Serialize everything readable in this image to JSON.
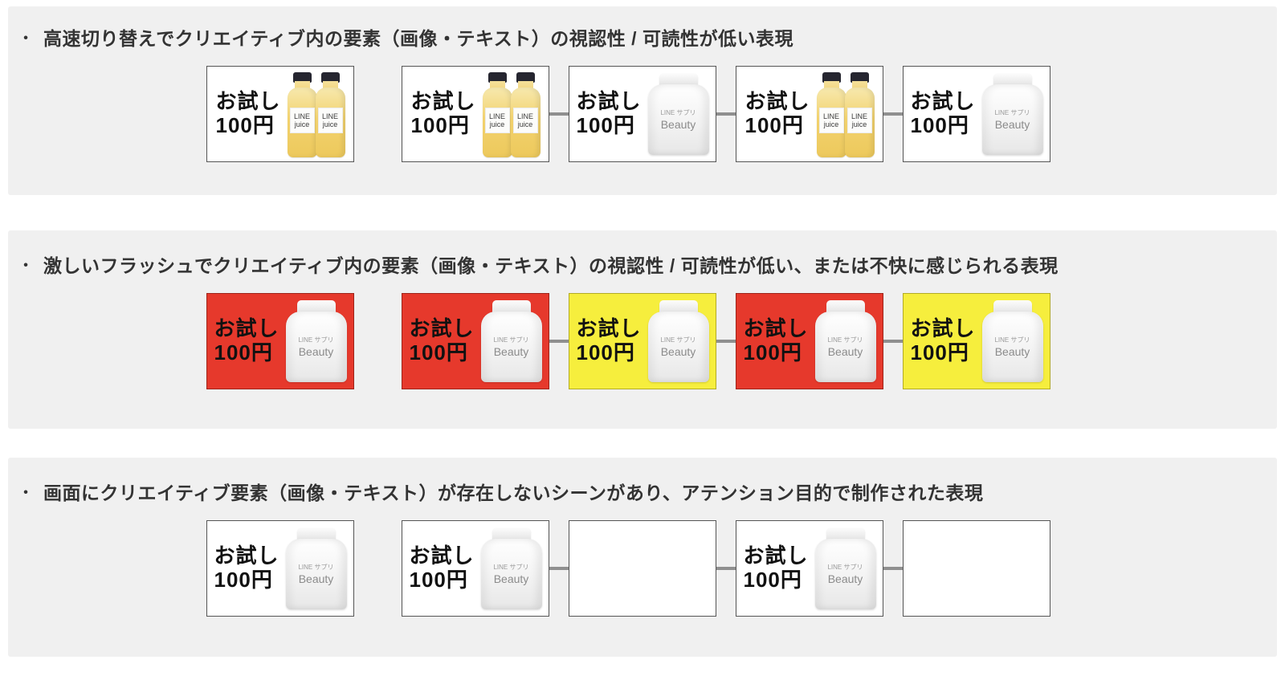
{
  "texts": {
    "bullet": "•",
    "price_line1": "お試し",
    "price_line2": "100円",
    "jar_label_small": "LINE サプリ",
    "jar_label_big": "Beauty",
    "juice_line1": "LINE",
    "juice_line2": "juice"
  },
  "colors": {
    "panel_bg": "#f0f0f0",
    "flash_red": "#e6392c",
    "flash_yellow": "#f6ee3d",
    "connector": "#8f8f8f"
  },
  "sections": [
    {
      "title": "高速切り替えでクリエイティブ内の要素（画像・テキスト）の視認性 / 可読性が低い表現",
      "frames": [
        {
          "image": "juice-bottles",
          "background": "white",
          "price": "お試し 100円"
        },
        {
          "image": "juice-bottles",
          "background": "white",
          "price": "お試し 100円"
        },
        {
          "image": "supplement-jar",
          "background": "white",
          "price": "お試し 100円"
        },
        {
          "image": "juice-bottles",
          "background": "white",
          "price": "お試し 100円"
        },
        {
          "image": "supplement-jar",
          "background": "white",
          "price": "お試し 100円"
        }
      ]
    },
    {
      "title": "激しいフラッシュでクリエイティブ内の要素（画像・テキスト）の視認性 / 可読性が低い、または不快に感じられる表現",
      "frames": [
        {
          "image": "supplement-jar",
          "background": "red",
          "price": "お試し 100円"
        },
        {
          "image": "supplement-jar",
          "background": "red",
          "price": "お試し 100円"
        },
        {
          "image": "supplement-jar",
          "background": "yellow",
          "price": "お試し 100円"
        },
        {
          "image": "supplement-jar",
          "background": "red",
          "price": "お試し 100円"
        },
        {
          "image": "supplement-jar",
          "background": "yellow",
          "price": "お試し 100円"
        }
      ]
    },
    {
      "title": "画面にクリエイティブ要素（画像・テキスト）が存在しないシーンがあり、アテンション目的で制作された表現",
      "frames": [
        {
          "image": "supplement-jar",
          "background": "white",
          "price": "お試し 100円"
        },
        {
          "image": "supplement-jar",
          "background": "white",
          "price": "お試し 100円"
        },
        {
          "image": "empty",
          "background": "white",
          "price": ""
        },
        {
          "image": "supplement-jar",
          "background": "white",
          "price": "お試し 100円"
        },
        {
          "image": "empty",
          "background": "white",
          "price": ""
        }
      ]
    }
  ]
}
